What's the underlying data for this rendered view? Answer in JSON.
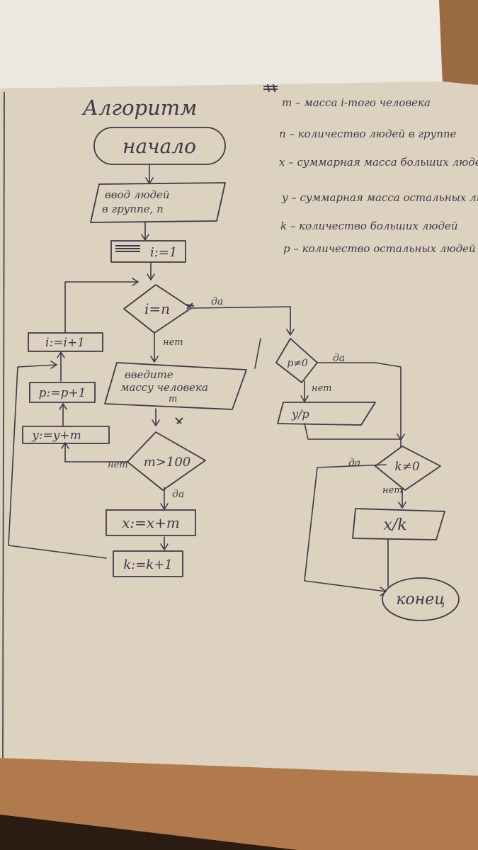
{
  "title": "Алгоритм",
  "legend": [
    {
      "text": "m – масса i-того человека"
    },
    {
      "text": "n – количество людей в группе"
    },
    {
      "text": "x – суммарная масса больших людей"
    },
    {
      "text": "y – суммарная масса остальных людей"
    },
    {
      "text": "k – количество больших людей"
    },
    {
      "text": "p – количество остальных людей"
    }
  ],
  "nodes": {
    "start": "начало",
    "input_n_line1": "ввод людей",
    "input_n_line2": "в группе, n",
    "init_i": "i:=1",
    "cond_i": "i=n",
    "inc_i": "i:=i+1",
    "input_m_line1": "введите",
    "input_m_line2": "массу человека",
    "input_m_line3": "m",
    "inc_p": "p:=p+1",
    "add_y": "y:=y+m",
    "cond_m": "m>100",
    "add_x": "x:=x+m",
    "inc_k": "k:=k+1",
    "cond_p": "p≠0",
    "out_yp": "y/p",
    "cond_k": "k≠0",
    "out_xk": "x/k",
    "end": "конец"
  },
  "edges": {
    "yes": "да",
    "no": "нет"
  },
  "colors": {
    "paper": "#ddd2bf",
    "ink": "#3d3a4a",
    "desk": "#2a1c12",
    "wood": "#b07a4c"
  }
}
